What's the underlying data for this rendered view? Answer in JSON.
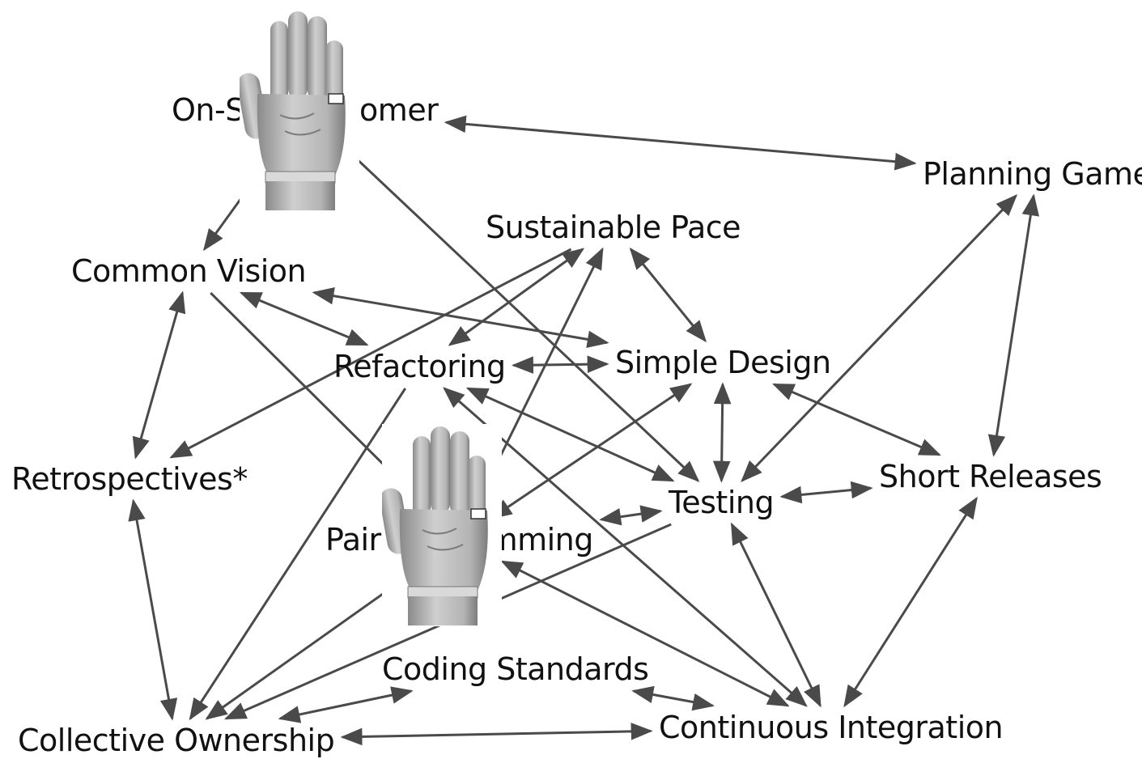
{
  "colors": {
    "line": "#4a4a4a",
    "text": "#111111",
    "background": "#ffffff"
  },
  "nodes": {
    "on_site_customer": "On-Site Customer",
    "planning_game": "Planning Game",
    "sustainable_pace": "Sustainable Pace",
    "common_vision": "Common Vision",
    "refactoring": "Refactoring",
    "simple_design": "Simple Design",
    "retrospectives": "Retrospectives*",
    "short_releases": "Short Releases",
    "testing": "Testing",
    "pair_programming": "Pair Programming",
    "coding_standards": "Coding Standards",
    "collective_ownership": "Collective Ownership",
    "continuous_integration": "Continuous Integration"
  },
  "edges": [
    {
      "from": "on_site_customer",
      "to": "planning_game",
      "bidirectional": true
    },
    {
      "from": "on_site_customer",
      "to": "common_vision",
      "bidirectional": false
    },
    {
      "from": "on_site_customer",
      "to": "testing",
      "bidirectional": false
    },
    {
      "from": "planning_game",
      "to": "short_releases",
      "bidirectional": true
    },
    {
      "from": "planning_game",
      "to": "testing",
      "bidirectional": true
    },
    {
      "from": "sustainable_pace",
      "to": "retrospectives",
      "bidirectional": false
    },
    {
      "from": "sustainable_pace",
      "to": "refactoring",
      "bidirectional": true
    },
    {
      "from": "sustainable_pace",
      "to": "pair_programming",
      "bidirectional": true
    },
    {
      "from": "sustainable_pace",
      "to": "simple_design",
      "bidirectional": true
    },
    {
      "from": "common_vision",
      "to": "retrospectives",
      "bidirectional": true
    },
    {
      "from": "common_vision",
      "to": "refactoring",
      "bidirectional": true
    },
    {
      "from": "common_vision",
      "to": "simple_design",
      "bidirectional": true
    },
    {
      "from": "common_vision",
      "to": "pair_programming",
      "bidirectional": false
    },
    {
      "from": "refactoring",
      "to": "simple_design",
      "bidirectional": true
    },
    {
      "from": "refactoring",
      "to": "testing",
      "bidirectional": true
    },
    {
      "from": "refactoring",
      "to": "continuous_integration",
      "bidirectional": true
    },
    {
      "from": "refactoring",
      "to": "collective_ownership",
      "bidirectional": false
    },
    {
      "from": "simple_design",
      "to": "testing",
      "bidirectional": true
    },
    {
      "from": "simple_design",
      "to": "short_releases",
      "bidirectional": true
    },
    {
      "from": "simple_design",
      "to": "pair_programming",
      "bidirectional": true
    },
    {
      "from": "retrospectives",
      "to": "collective_ownership",
      "bidirectional": true
    },
    {
      "from": "testing",
      "to": "short_releases",
      "bidirectional": true
    },
    {
      "from": "testing",
      "to": "pair_programming",
      "bidirectional": true
    },
    {
      "from": "testing",
      "to": "continuous_integration",
      "bidirectional": true
    },
    {
      "from": "testing",
      "to": "collective_ownership",
      "bidirectional": false
    },
    {
      "from": "short_releases",
      "to": "continuous_integration",
      "bidirectional": true
    },
    {
      "from": "pair_programming",
      "to": "collective_ownership",
      "bidirectional": false
    },
    {
      "from": "pair_programming",
      "to": "continuous_integration",
      "bidirectional": true
    },
    {
      "from": "coding_standards",
      "to": "collective_ownership",
      "bidirectional": true
    },
    {
      "from": "coding_standards",
      "to": "continuous_integration",
      "bidirectional": true
    },
    {
      "from": "collective_ownership",
      "to": "continuous_integration",
      "bidirectional": true
    }
  ],
  "overlays": {
    "hand_icon_name": "raised-hand-icon"
  }
}
